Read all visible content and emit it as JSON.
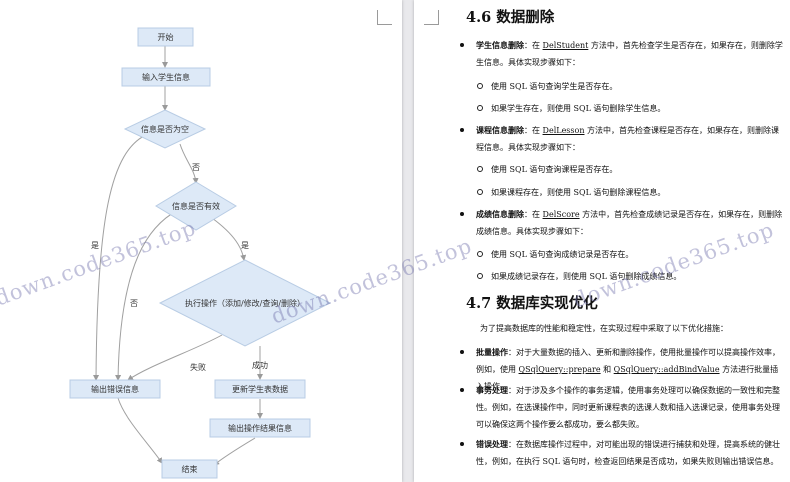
{
  "flowchart": {
    "nodes": {
      "start": "开始",
      "input": "输入学生信息",
      "check_empty": "信息是否为空",
      "check_valid": "信息是否有效",
      "execute": "执行操作（添加/修改/查询/删除）",
      "output_error": "输出错误信息",
      "update": "更新学生表数据",
      "output_result": "输出操作结果信息",
      "end": "结束"
    },
    "edges": {
      "no_1": "否",
      "yes_1": "是",
      "no_2": "否",
      "yes_2": "是",
      "fail": "失败",
      "success": "成功"
    }
  },
  "watermark": "down.code365.top",
  "doc": {
    "h46": "4.6 数据删除",
    "s1": {
      "label": "学生信息删除",
      "p1": "：在 ",
      "code": "DelStudent",
      "p2": " 方法中，首先检查学生是否存在，如果存在，则删除学生信息。具体实现步骤如下：",
      "sub1": "使用 SQL 语句查询学生是否存在。",
      "sub2": "如果学生存在，则使用 SQL 语句删除学生信息。"
    },
    "s2": {
      "label": "课程信息删除",
      "p1": "：在 ",
      "code": "DelLesson",
      "p2": " 方法中，首先检查课程是否存在，如果存在，则删除课程信息。具体实现步骤如下：",
      "sub1": "使用 SQL 语句查询课程是否存在。",
      "sub2": "如果课程存在，则使用 SQL 语句删除课程信息。"
    },
    "s3": {
      "label": "成绩信息删除",
      "p1": "：在 ",
      "code": "DelScore",
      "p2": " 方法中，首先检查成绩记录是否存在，如果存在，则删除成绩信息。具体实现步骤如下：",
      "sub1": "使用 SQL 语句查询成绩记录是否存在。",
      "sub2": "如果成绩记录存在，则使用 SQL 语句删除成绩信息。"
    },
    "h47": "4.7 数据库实现优化",
    "intro": "为了提高数据库的性能和稳定性，在实现过程中采取了以下优化措施：",
    "o1": {
      "label": "批量操作",
      "p1": "：对于大量数据的插入、更新和删除操作，使用批量操作可以提高操作效率，例如，使用 ",
      "code1": "QSqlQuery::prepare",
      "p2": " 和 ",
      "code2": "QSqlQuery::addBindValue",
      "p3": " 方法进行批量插入操作。"
    },
    "o2": {
      "label": "事务处理",
      "p1": "：对于涉及多个操作的事务逻辑，使用事务处理可以确保数据的一致性和完整性。例如，在选课操作中，同时更新课程表的选课人数和插入选课记录，使用事务处理可以确保这两个操作要么都成功，要么都失败。"
    },
    "o3": {
      "label": "错误处理",
      "p1": "：在数据库操作过程中，对可能出现的错误进行捕获和处理，提高系统的健壮性，例如，在执行 SQL 语句时，检查返回结果是否成功，如果失败则输出错误信息。"
    }
  }
}
